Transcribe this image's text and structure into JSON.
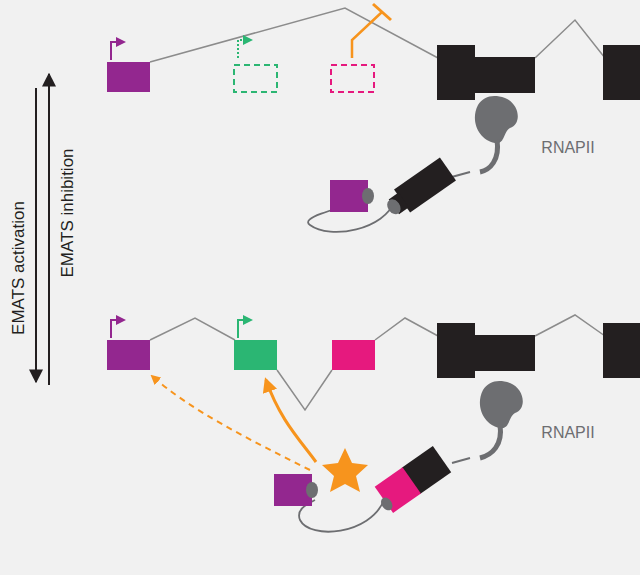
{
  "diagram": {
    "labels": [
      "EMATS activation",
      "EMATS inhibition",
      "RNAPII",
      "RNAPII"
    ]
  }
}
